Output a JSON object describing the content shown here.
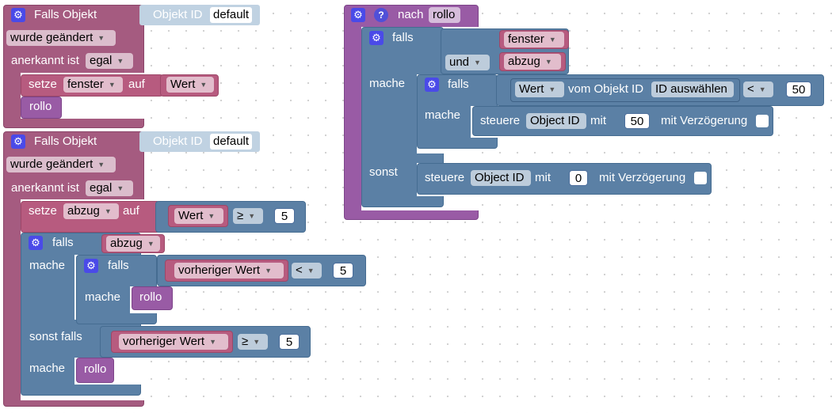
{
  "labels": {
    "falls_objekt": "Falls Objekt",
    "objekt_id": "Objekt ID",
    "default": "default",
    "wurde_geaendert": "wurde geändert",
    "anerkannt_ist": "anerkannt ist",
    "egal": "egal",
    "setze": "setze",
    "auf": "auf",
    "fenster": "fenster",
    "wert": "Wert",
    "rollo": "rollo",
    "abzug": "abzug",
    "ge": "≥",
    "lt": "<",
    "five": "5",
    "falls": "falls",
    "mache": "mache",
    "vorheriger_wert": "vorheriger Wert",
    "sonst_falls": "sonst falls",
    "nach": "nach",
    "und": "und",
    "vom_objekt_id": "vom Objekt ID",
    "id_auswaehlen": "ID auswählen",
    "fifty": "50",
    "steuere": "steuere",
    "object_id": "Object ID",
    "mit": "mit",
    "mit_verzoegerung": "mit Verzögerung",
    "sonst": "sonst",
    "zero": "0"
  },
  "icons": {
    "gear": "gear-icon",
    "help": "help-icon",
    "dropdown": "chevron-down-icon"
  },
  "colors": {
    "event": "#a55b80",
    "control": "#5b80a5",
    "function": "#995ba5",
    "variable": "#b75b7f",
    "gear": "#4a4ae8"
  }
}
